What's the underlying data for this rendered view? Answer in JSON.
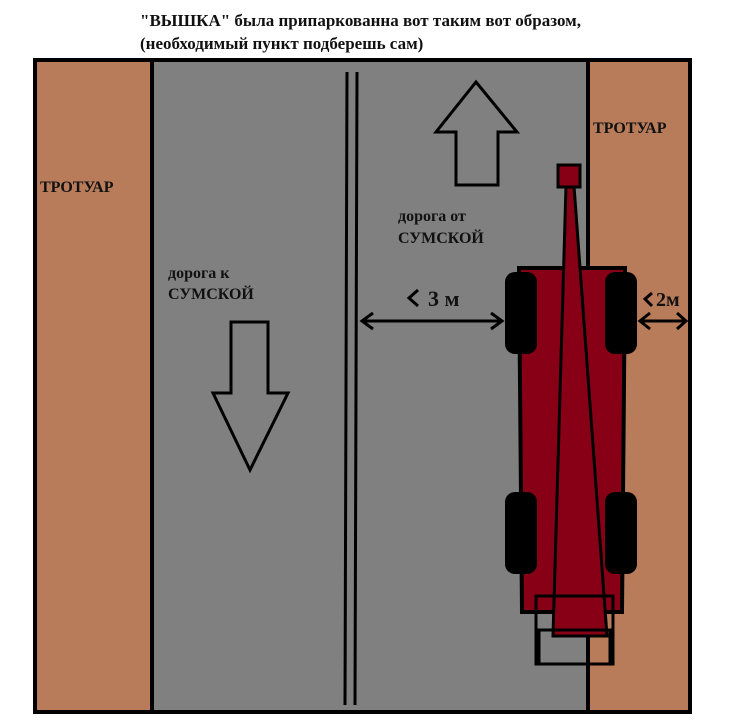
{
  "title": {
    "line1": "\"ВЫШКА\" была припаркованна вот таким вот образом,",
    "line2": "(необходимый пункт подберешь сам)"
  },
  "labels": {
    "sidewalk_left": "ТРОТУАР",
    "sidewalk_right": "ТРОТУАР",
    "road_to_line1": "дорога к",
    "road_to_line2": "СУМСКОЙ",
    "road_from_line1": "дорога от",
    "road_from_line2": "СУМСКОЙ",
    "distance_lane": "3 м",
    "distance_sidewalk": "2м"
  },
  "colors": {
    "sidewalk": "#b97c5a",
    "road": "#808080",
    "truck": "#880015",
    "outline": "#000000"
  }
}
